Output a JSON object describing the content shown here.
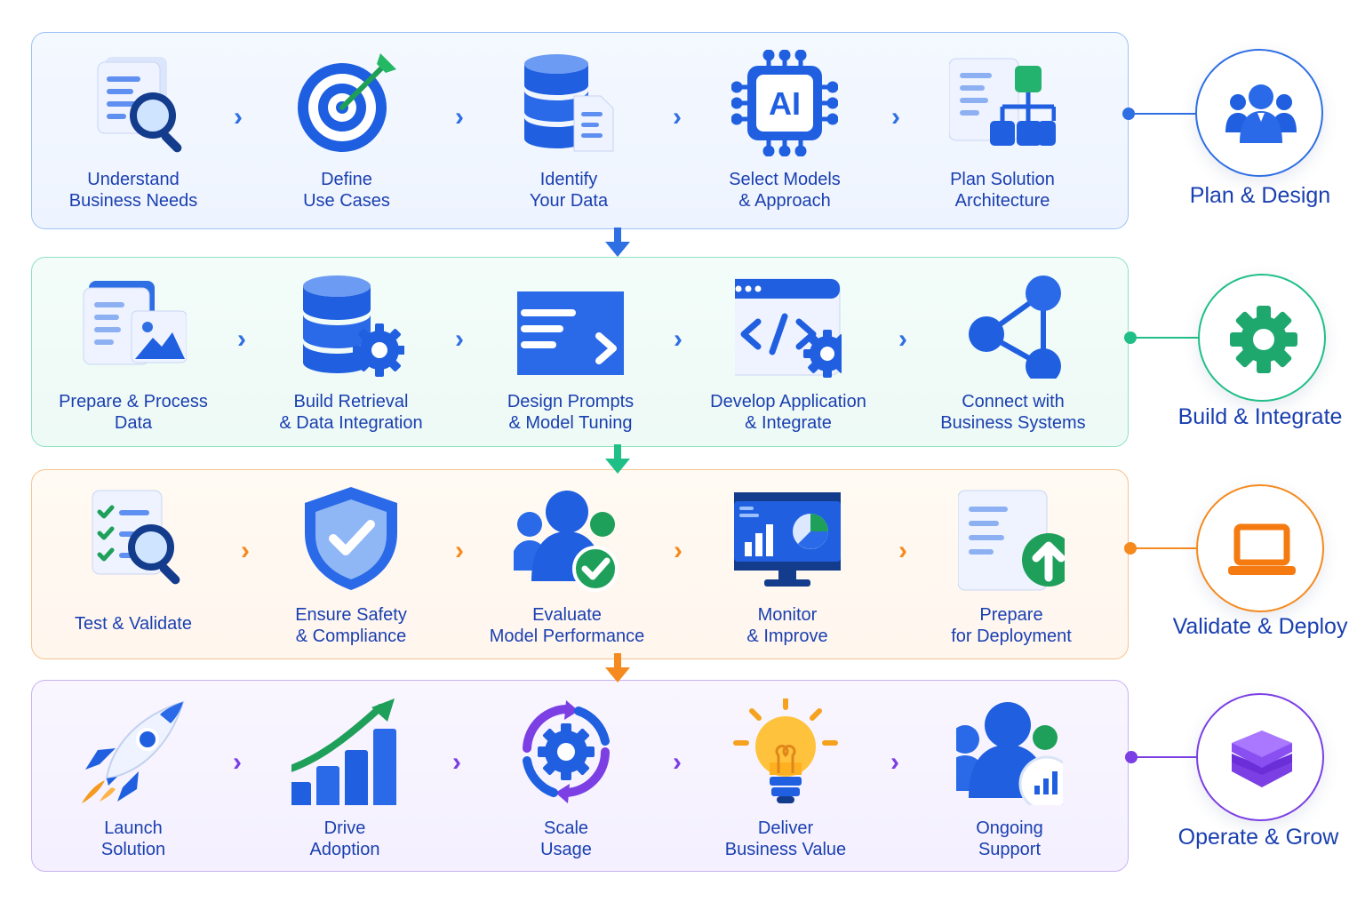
{
  "colors": {
    "plan": "#2f6fe4",
    "build": "#1fbf87",
    "validate": "#f58a1f",
    "operate": "#7b3fe4",
    "label": "#1a3fb0"
  },
  "stages": [
    {
      "id": "plan",
      "title": "Plan & Design",
      "icon": "people-group-icon",
      "steps": [
        {
          "label": "Understand\nBusiness Needs",
          "icon": "document-search-icon"
        },
        {
          "label": "Define\nUse Cases",
          "icon": "target-icon"
        },
        {
          "label": "Identify\nYour Data",
          "icon": "database-document-icon"
        },
        {
          "label": "Select Models\n& Approach",
          "icon": "ai-chip-icon"
        },
        {
          "label": "Plan Solution\nArchitecture",
          "icon": "architecture-diagram-icon"
        }
      ]
    },
    {
      "id": "build",
      "title": "Build & Integrate",
      "icon": "gear-icon",
      "steps": [
        {
          "label": "Prepare & Process\nData",
          "icon": "documents-image-icon"
        },
        {
          "label": "Build Retrieval\n& Data Integration",
          "icon": "database-gear-icon"
        },
        {
          "label": "Design Prompts\n& Model Tuning",
          "icon": "prompt-window-icon"
        },
        {
          "label": "Develop Application\n& Integrate",
          "icon": "code-window-gear-icon"
        },
        {
          "label": "Connect with\nBusiness Systems",
          "icon": "network-nodes-icon"
        }
      ]
    },
    {
      "id": "validate",
      "title": "Validate & Deploy",
      "icon": "laptop-icon",
      "steps": [
        {
          "label": "Test & Validate",
          "icon": "checklist-search-icon"
        },
        {
          "label": "Ensure Safety\n& Compliance",
          "icon": "shield-check-icon"
        },
        {
          "label": "Evaluate\nModel Performance",
          "icon": "people-check-icon"
        },
        {
          "label": "Monitor\n& Improve",
          "icon": "monitor-chart-icon"
        },
        {
          "label": "Prepare\nfor Deployment",
          "icon": "document-upload-icon"
        }
      ]
    },
    {
      "id": "operate",
      "title": "Operate & Grow",
      "icon": "layers-icon",
      "steps": [
        {
          "label": "Launch\nSolution",
          "icon": "rocket-icon"
        },
        {
          "label": "Drive\nAdoption",
          "icon": "growth-chart-icon"
        },
        {
          "label": "Scale\nUsage",
          "icon": "gear-cycle-icon"
        },
        {
          "label": "Deliver\nBusiness Value",
          "icon": "lightbulb-icon"
        },
        {
          "label": "Ongoing\nSupport",
          "icon": "people-chart-icon"
        }
      ]
    }
  ]
}
